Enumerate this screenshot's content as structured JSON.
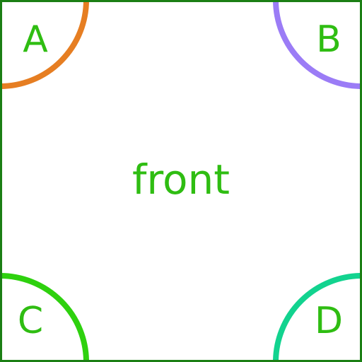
{
  "center_label": "front",
  "corners": {
    "a": {
      "label": "A",
      "arc_color": "#e67e22"
    },
    "b": {
      "label": "B",
      "arc_color": "#9b7cf6"
    },
    "c": {
      "label": "C",
      "arc_color": "#2ed10e"
    },
    "d": {
      "label": "D",
      "arc_color": "#12d38f"
    }
  },
  "colors": {
    "text": "#2fbd12",
    "border": "#1b7f14",
    "background": "#ffffff"
  }
}
